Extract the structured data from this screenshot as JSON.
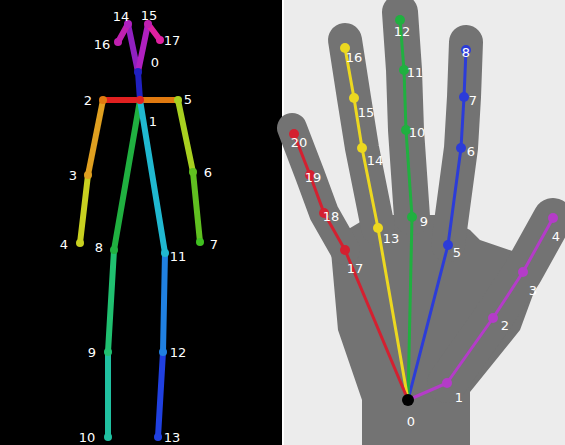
{
  "diagram": {
    "labels": [
      "0",
      "1",
      "2",
      "3",
      "4",
      "5",
      "6",
      "7",
      "8",
      "9",
      "10",
      "11",
      "12",
      "13",
      "14",
      "15",
      "16",
      "17",
      "0",
      "1",
      "2",
      "3",
      "4",
      "5",
      "6",
      "7",
      "8",
      "9",
      "10",
      "11",
      "12",
      "13",
      "14",
      "15",
      "16",
      "17",
      "18",
      "19",
      "20"
    ]
  }
}
